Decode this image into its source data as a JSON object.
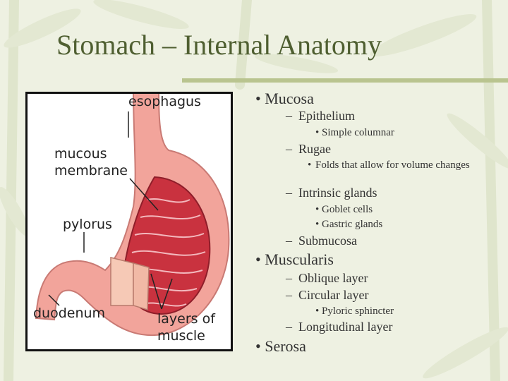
{
  "slide": {
    "title": "Stomach – Internal Anatomy"
  },
  "figure": {
    "labels": {
      "esophagus": "esophagus",
      "mucous_1": "mucous",
      "mucous_2": "membrane",
      "pylorus": "pylorus",
      "duodenum": "duodenum",
      "layers_1": "layers of",
      "layers_2": "muscle"
    }
  },
  "bullets": {
    "mucosa": "Mucosa",
    "epithelium": "Epithelium",
    "simple_columnar": "Simple columnar",
    "rugae": "Rugae",
    "folds": "Folds that allow for volume changes",
    "intrinsic": "Intrinsic glands",
    "goblet": "Goblet cells",
    "gastric": "Gastric glands",
    "submucosa": "Submucosa",
    "muscularis": "Muscularis",
    "oblique": "Oblique layer",
    "circular": "Circular layer",
    "pyloric": "Pyloric sphincter",
    "longitudinal": "Longitudinal layer",
    "serosa": "Serosa"
  },
  "colors": {
    "background": "#eef1e2",
    "title": "#4f5f31",
    "stomach_outer": "#f2a49b",
    "stomach_inner": "#c9323f"
  }
}
